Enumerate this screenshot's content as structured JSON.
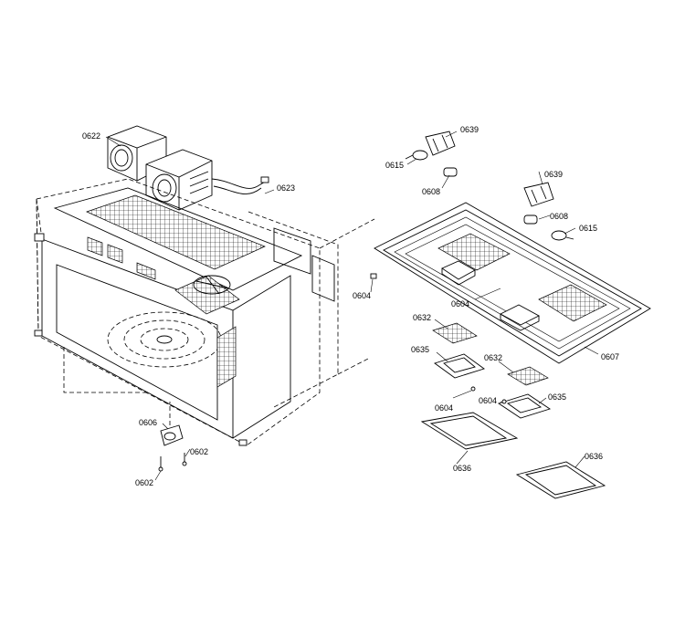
{
  "callouts": {
    "c0622": "0622",
    "c0623": "0623",
    "c0606": "0606",
    "c0602a": "0602",
    "c0602b": "0602",
    "c0639a": "0639",
    "c0615a": "0615",
    "c0608a": "0608",
    "c0639b": "0639",
    "c0608b": "0608",
    "c0615b": "0615",
    "c0604a": "0604",
    "c0604b": "0604",
    "c0604c": "0604",
    "c0604d": "0604",
    "c0607": "0607",
    "c0632a": "0632",
    "c0635a": "0635",
    "c0632b": "0632",
    "c0635b": "0635",
    "c0636a": "0636",
    "c0636b": "0636"
  }
}
